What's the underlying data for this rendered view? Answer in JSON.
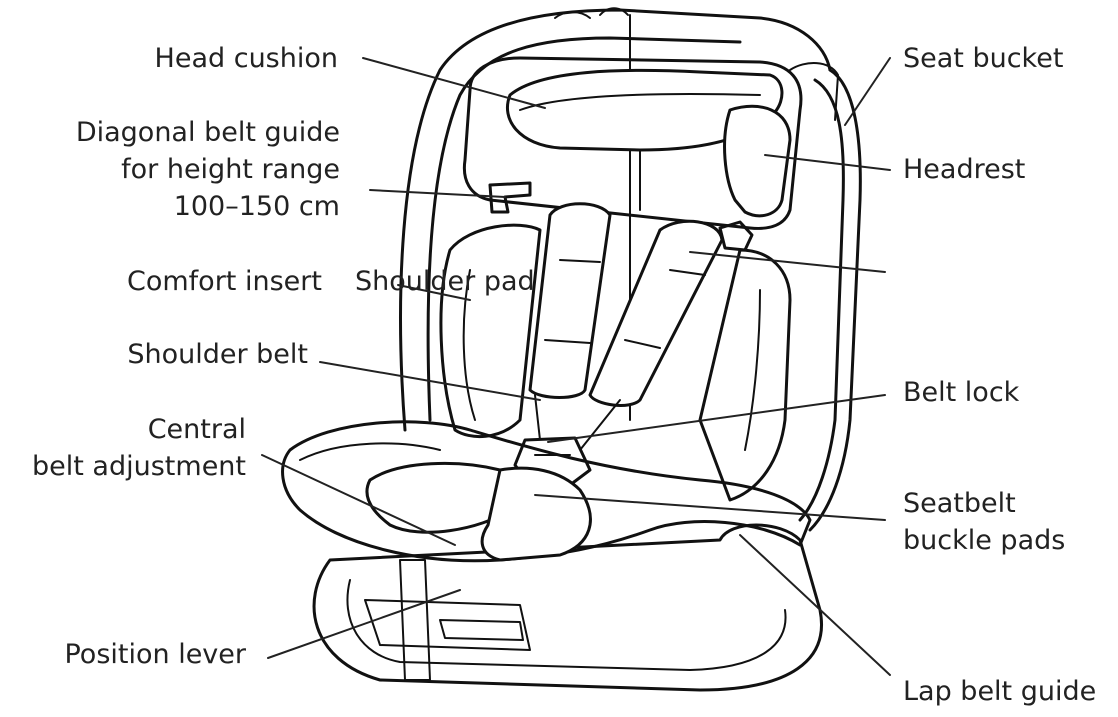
{
  "labels": {
    "head_cushion": "Head cushion",
    "diagonal_guide_line1": "Diagonal belt guide",
    "diagonal_guide_line2": "for height range",
    "diagonal_guide_line3": "100–150 cm",
    "comfort_insert": "Comfort insert",
    "shoulder_pad": "Shoulder pad",
    "shoulder_belt": "Shoulder belt",
    "central_adjust_line1": "Central",
    "central_adjust_line2": "belt adjustment",
    "position_lever": "Position lever",
    "seat_bucket": "Seat bucket",
    "headrest": "Headrest",
    "belt_lock": "Belt lock",
    "buckle_pads_line1": "Seatbelt",
    "buckle_pads_line2": "buckle pads",
    "lap_belt_guide": "Lap belt guide"
  }
}
